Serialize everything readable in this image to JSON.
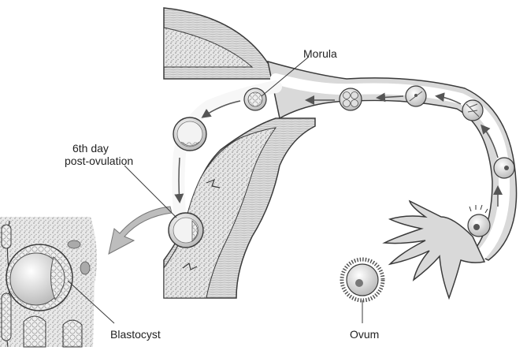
{
  "labels": {
    "morula": "Morula",
    "day_line1": "6th day",
    "day_line2": "post-ovulation",
    "blastocyst": "Blastocyst",
    "ovum": "Ovum"
  },
  "colors": {
    "stroke": "#3a3a3a",
    "wall_fill": "#d9d9d9",
    "lumen_fill": "#f7f7f7",
    "endometrium_fill": "#c8c8c8",
    "arrow_fill": "#555555",
    "big_arrow_fill": "#bdbdbd"
  }
}
